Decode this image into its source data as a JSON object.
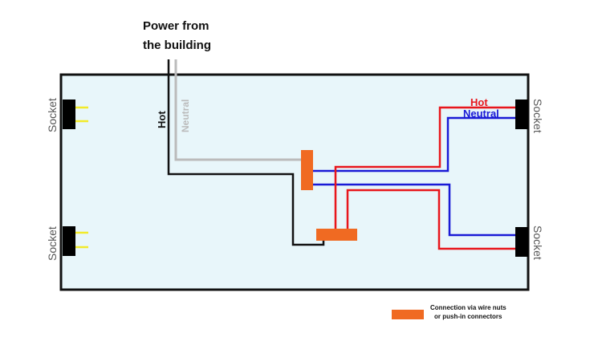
{
  "title": {
    "line1": "Power from",
    "line2": "the building"
  },
  "wires": {
    "hot_label": "Hot",
    "neutral_label": "Neutral",
    "right_hot_label": "Hot",
    "right_neutral_label": "Neutral"
  },
  "sockets": [
    {
      "id": "top-left",
      "label": "Socket"
    },
    {
      "id": "bottom-left",
      "label": "Socket"
    },
    {
      "id": "top-right",
      "label": "Socket"
    },
    {
      "id": "bottom-right",
      "label": "Socket"
    }
  ],
  "legend": {
    "line1": "Connection via wire nuts",
    "line2": "or push-in connectors"
  },
  "colors": {
    "box_fill": "#e8f6fa",
    "box_stroke": "#111111",
    "hot": "#111111",
    "neutral": "#bbbbbb",
    "red": "#e8161c",
    "blue": "#1a1ad6",
    "connector": "#f06a22",
    "prong": "#f2ea2a",
    "socket": "#000000"
  }
}
